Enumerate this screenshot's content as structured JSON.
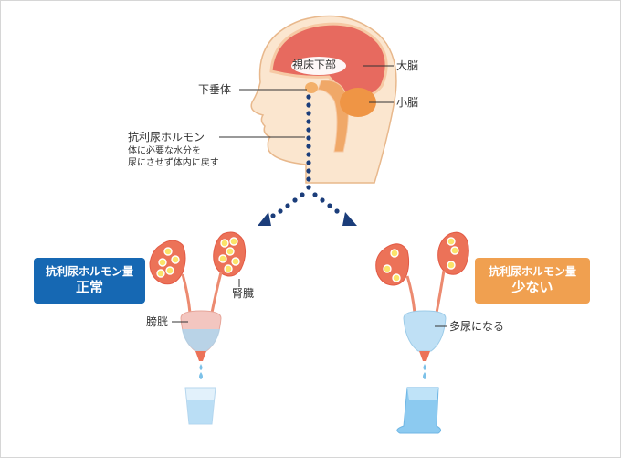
{
  "labels": {
    "hypothalamus": "視床下部",
    "cerebrum": "大脳",
    "pituitary": "下垂体",
    "cerebellum": "小脳",
    "adh": "抗利尿ホルモン",
    "adh_desc_1": "体に必要な水分を",
    "adh_desc_2": "尿にさせず体内に戻す",
    "kidney": "腎臓",
    "bladder": "膀胱",
    "polyuria": "多尿になる"
  },
  "tags": {
    "normal": {
      "line1": "抗利尿ホルモン量",
      "line2": "正常",
      "color": "#1668b3"
    },
    "low": {
      "line1": "抗利尿ホルモン量",
      "line2": "少ない",
      "color": "#f0a050"
    }
  },
  "colors": {
    "skin": "#fbe6cf",
    "skin_edge": "#e8b88c",
    "brain": "#e76a5f",
    "cerebellum": "#ef9545",
    "dots": "#1b3d7a",
    "water": "#aad6f0"
  }
}
